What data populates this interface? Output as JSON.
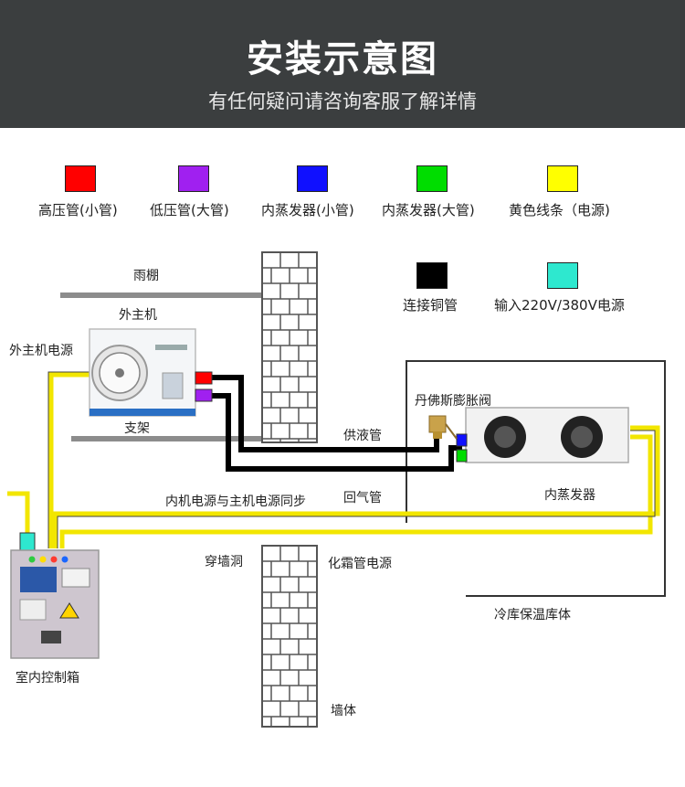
{
  "header": {
    "title": "安装示意图",
    "subtitle": "有任何疑问请咨询客服了解详情"
  },
  "legend": [
    {
      "label": "高压管(小管)",
      "color": "#ff0000"
    },
    {
      "label": "低压管(大管)",
      "color": "#a020f0"
    },
    {
      "label": "内蒸发器(小管)",
      "color": "#1010ff"
    },
    {
      "label": "内蒸发器(大管)",
      "color": "#00dd00"
    },
    {
      "label": "黄色线条（电源)",
      "color": "#ffff00"
    },
    {
      "label": "连接铜管",
      "color": "#000000"
    },
    {
      "label": "输入220V/380V电源",
      "color": "#2ee8cf"
    }
  ],
  "labels": {
    "canopy": "雨棚",
    "outdoor_unit": "外主机",
    "outdoor_power": "外主机电源",
    "bracket": "支架",
    "valve": "丹佛斯膨胀阀",
    "supply_pipe": "供液管",
    "return_pipe": "回气管",
    "evaporator": "内蒸发器",
    "power_sync": "内机电源与主机电源同步",
    "wall_hole": "穿墙洞",
    "defrost_power": "化霜管电源",
    "cold_room": "冷库保温库体",
    "control_box": "室内控制箱",
    "wall": "墙体"
  }
}
